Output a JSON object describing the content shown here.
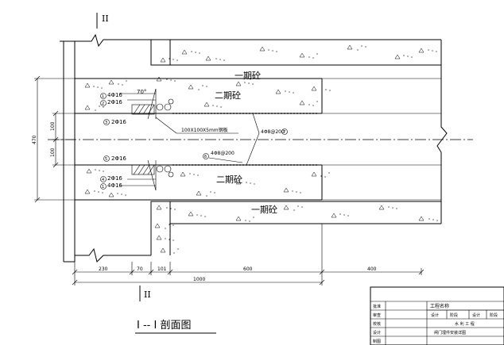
{
  "section": {
    "marker": "II",
    "marker_bottom": "II",
    "title": "I -- I 剖面图"
  },
  "concrete": {
    "first_stage_top": "一期砼",
    "second_stage_top": "二期砼",
    "second_stage_bottom": "二期砼",
    "first_stage_bottom": "一期砼"
  },
  "rebar_labels": {
    "top_1": "4Φ16",
    "top_2": "2Φ16",
    "top_3": "2Φ16",
    "bottom_1": "2Φ16",
    "bottom_2": "2Φ16",
    "bottom_3": "4Φ16",
    "angle": "70°",
    "plate": "100X100X5mm钢板",
    "stirrup": "4Φ8@200",
    "bar_main": "4Φ8@200"
  },
  "circle_numbers": {
    "n1": "1",
    "n2": "2",
    "n3": "3",
    "n4": "4",
    "n5": "5",
    "n6": "6",
    "n7": "7"
  },
  "dimensions": {
    "d230": "230",
    "d70": "70",
    "d101": "101",
    "d600": "600",
    "d400": "400",
    "d1000": "1000",
    "v100a": "100",
    "v100b": "100",
    "v470": "470"
  },
  "title_block": {
    "row1": "批准",
    "row2": "审查",
    "row3": "校核",
    "row4": "设计",
    "row5": "制图",
    "project": "工程名称",
    "col_a": "设计",
    "col_b": "阶段",
    "col_c": "设计",
    "col_d": "阶段",
    "sub": "水 利 工 程",
    "drawing_name": "闸门埋件安装详图"
  }
}
